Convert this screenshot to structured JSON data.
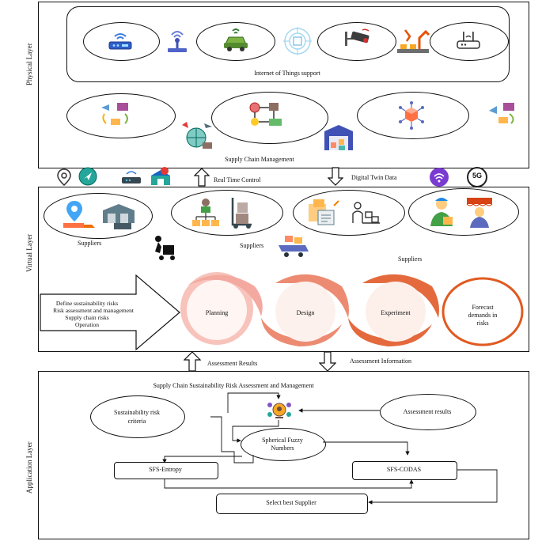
{
  "layers": {
    "physical": "Physical Layer",
    "virtual": "Virtual Layer",
    "application": "Application Layer"
  },
  "physical": {
    "iot_label": "Internet of Things support",
    "scm_label": "Supply Chain Management",
    "badge_5g": "5G"
  },
  "arrows": {
    "real_time_control": "Real Time Control",
    "digital_twin_data": "Digital Twin Data",
    "assessment_results": "Assessment Results",
    "assessment_information": "Assessment Information"
  },
  "virtual": {
    "supplier_labels": [
      "Suppliers",
      "Suppliers",
      "Suppliers"
    ],
    "risk_lines": [
      "Define sustainability risks",
      "Risk assessment and management",
      "Supply chain risks",
      "Operation"
    ],
    "phases": [
      "Planning",
      "Design",
      "Experiment"
    ],
    "forecast": [
      "Forecast",
      "demands in",
      "risks"
    ]
  },
  "application": {
    "title": "Supply Chain Sustainability Risk Assessment and Management",
    "criteria": [
      "Sustainability risk",
      "criteria"
    ],
    "assessment_results": "Assessment results",
    "spherical": [
      "Spherical Fuzzy",
      "Numbers"
    ],
    "entropy": "SFS-Entropy",
    "codas": "SFS-CODAS",
    "select": "Select best Supplier"
  },
  "colors": {
    "phase1": "#f3a9a0",
    "phase2": "#ec8b72",
    "phase3": "#e46a3e",
    "phase4_border": "#e05a20",
    "accent_blue": "#3a5fcd",
    "accent_purple": "#7a3bd1"
  }
}
